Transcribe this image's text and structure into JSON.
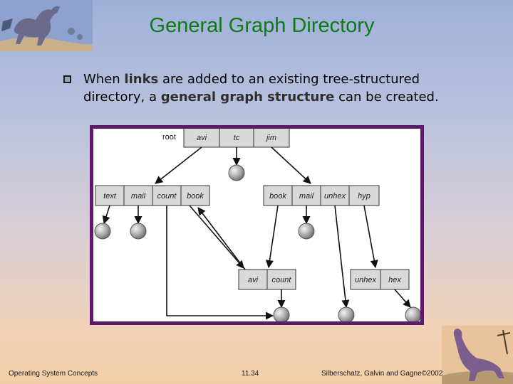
{
  "slide": {
    "title": "General Graph Directory",
    "bullet": {
      "pre": "When ",
      "links": "links",
      "mid": " are added to an existing tree-structured directory, a ",
      "general": "general graph structure",
      "post": " can be created."
    },
    "footer_left": "Operating System Concepts",
    "footer_center": "11.34",
    "footer_right": "Silberschatz, Galvin and Gagne©2002"
  },
  "diagram": {
    "root_label": "root",
    "root_dir": [
      "avi",
      "tc",
      "jim"
    ],
    "dir_left": [
      "text",
      "mail",
      "count",
      "book"
    ],
    "dir_right": [
      "book",
      "mail",
      "unhex",
      "hyp"
    ],
    "dir_bottom_left": [
      "avi",
      "count"
    ],
    "dir_bottom_right": [
      "unhex",
      "hex"
    ]
  },
  "colors": {
    "title": "#0c7a16",
    "frame": "#5a1c66",
    "cell": "#d9d9d9"
  }
}
